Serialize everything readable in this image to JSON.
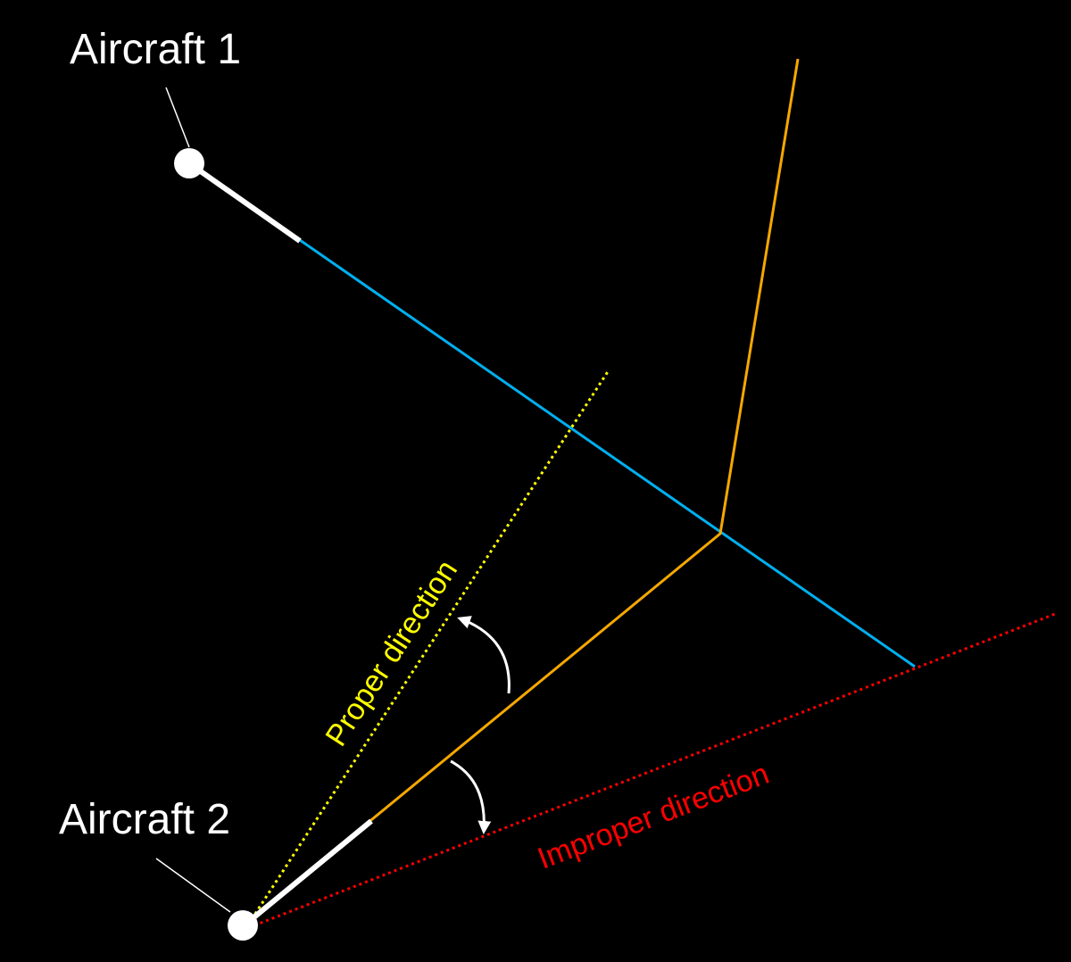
{
  "labels": {
    "aircraft1": "Aircraft 1",
    "aircraft2": "Aircraft 2",
    "proper": "Proper direction",
    "improper": "Improper direction"
  },
  "colors": {
    "background": "#000000",
    "aircraft": "#ffffff",
    "aircraft1_track": "#00b0f0",
    "aircraft2_track": "#f5a800",
    "proper": "#ffff00",
    "improper": "#ff0000"
  }
}
